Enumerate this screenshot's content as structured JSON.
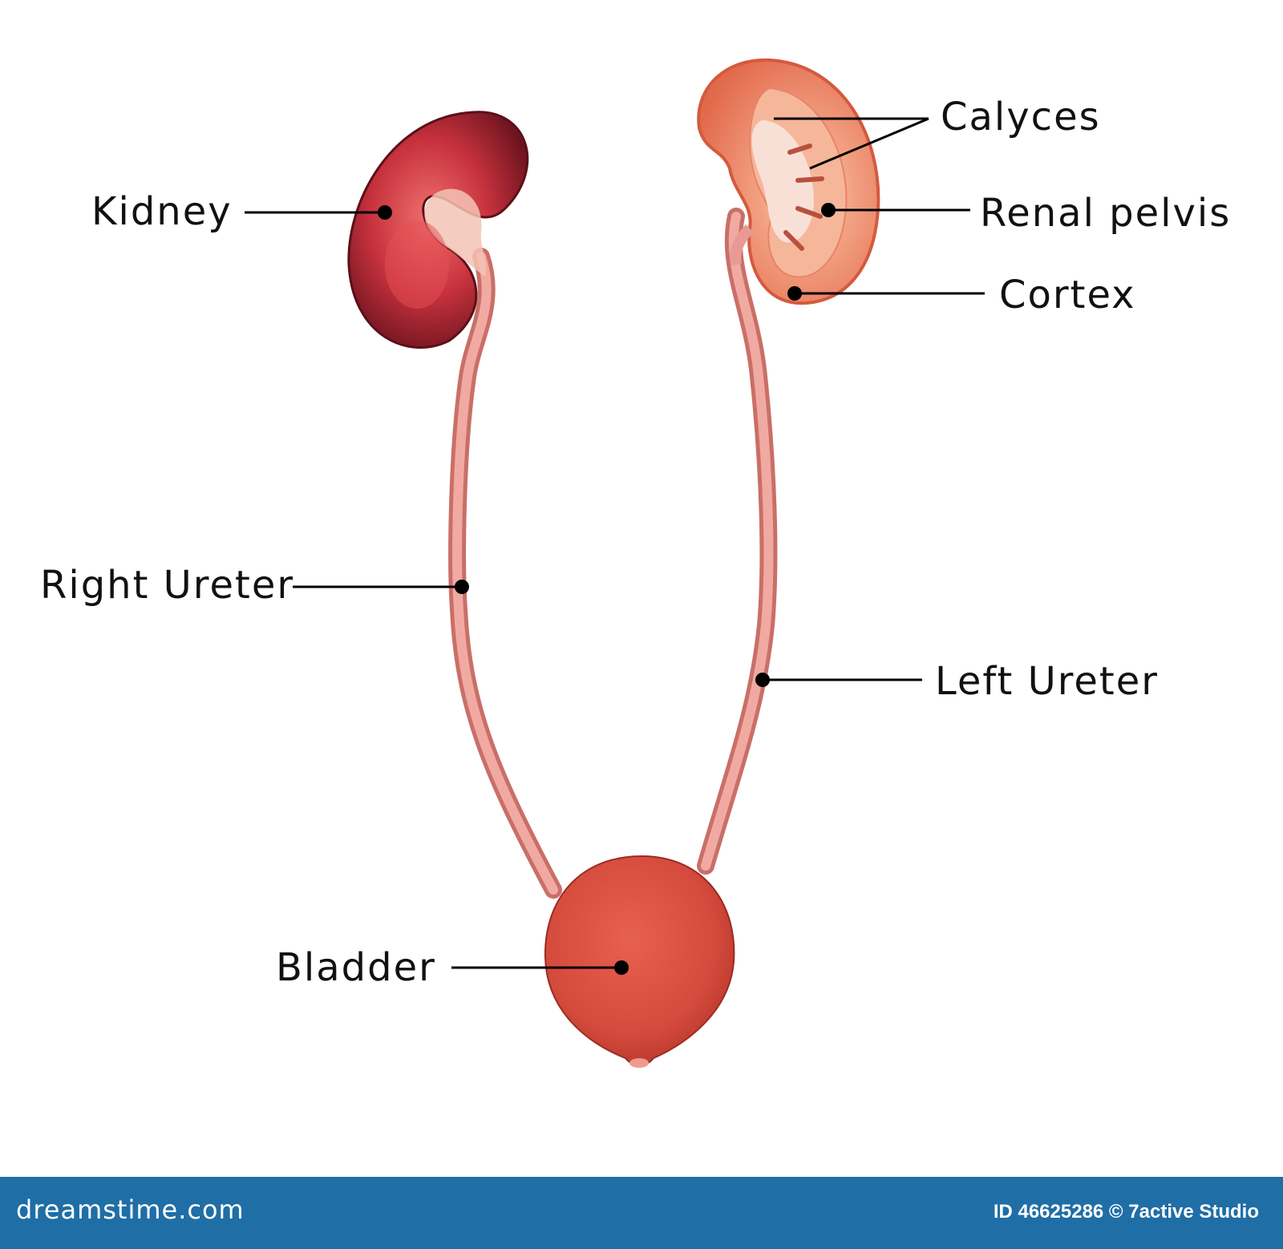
{
  "labels": {
    "kidney": "Kidney",
    "calyces": "Calyces",
    "renal_pelvis": "Renal pelvis",
    "cortex": "Cortex",
    "right_ureter": "Right Ureter",
    "left_ureter": "Left Ureter",
    "bladder": "Bladder"
  },
  "footer": {
    "brand": "dreamstime.com",
    "credit": "ID 46625286 © 7active Studio"
  },
  "colors": {
    "kidney_outer": "#8e1e2a",
    "kidney_inner": "#e0454e",
    "kidney_section": "#f08a63",
    "ureter": "#e89a93",
    "bladder": "#d94a3f",
    "footer_bg": "#1f6ea6"
  }
}
